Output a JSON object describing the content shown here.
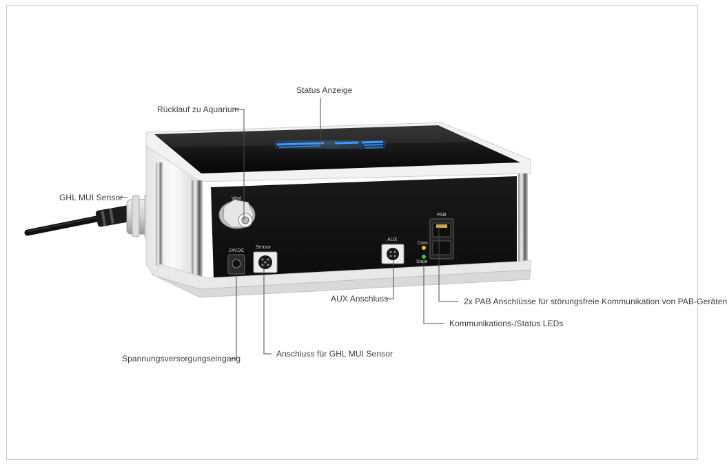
{
  "device": {
    "logo_text": "GHL",
    "panel_labels": {
      "vent": "Vent",
      "power": "24VDC",
      "sensor": "Sensor",
      "aux": "AUX",
      "pab": "PAB",
      "com": "Com",
      "state": "State"
    }
  },
  "callouts": {
    "status_display": "Status Anzeige",
    "return_to_aquarium": "Rücklauf zu Aquarium",
    "mui_sensor": "GHL MUI Sensor",
    "aux_port": "AUX Anschluss",
    "pab_ports": "2x PAB Anschlüsse für störungsfreie Kommunikation von PAB-Geräten",
    "status_leds": "Kommunikations-/Status LEDs",
    "power_input": "Spannungsversorgungseingang",
    "sensor_port": "Anschluss für GHL MUI Sensor"
  },
  "colors": {
    "led_com": "#e8c21a",
    "led_state": "#3cc43c",
    "logo": "#4fb4ff",
    "leader": "#4a4a4a"
  }
}
